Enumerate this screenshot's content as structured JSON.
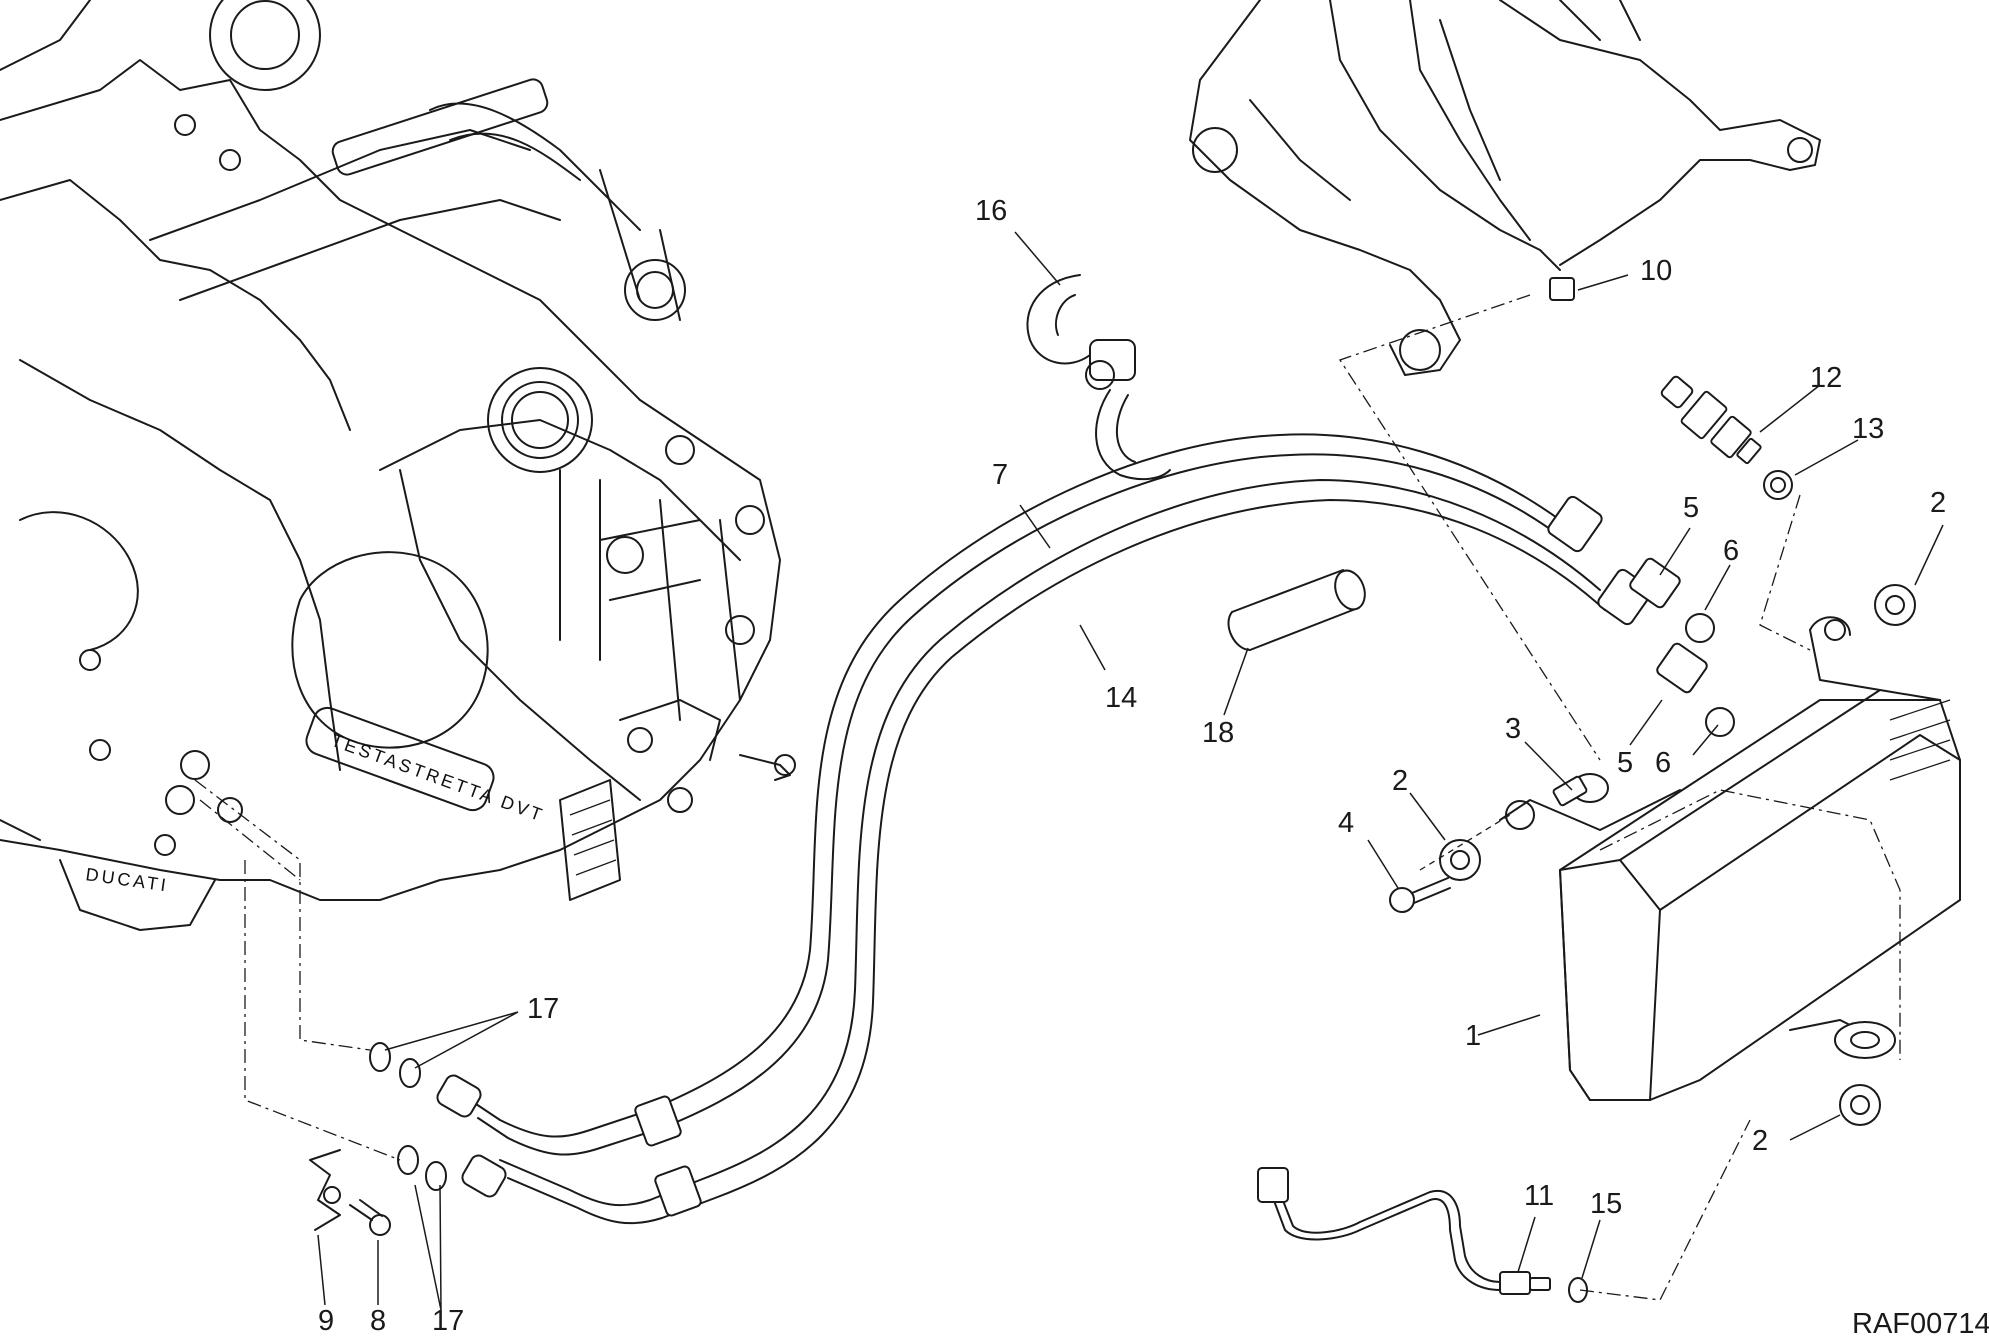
{
  "drawing_code": "RAF00714",
  "engine_labels": {
    "cover_text": "TESTASTRETTA DVT",
    "brand_text": "DUCATI"
  },
  "callouts": [
    {
      "id": "c1",
      "text": "1"
    },
    {
      "id": "c2a",
      "text": "2"
    },
    {
      "id": "c2b",
      "text": "2"
    },
    {
      "id": "c2c",
      "text": "2"
    },
    {
      "id": "c3",
      "text": "3"
    },
    {
      "id": "c4",
      "text": "4"
    },
    {
      "id": "c5a",
      "text": "5"
    },
    {
      "id": "c5b",
      "text": "5"
    },
    {
      "id": "c6a",
      "text": "6"
    },
    {
      "id": "c6b",
      "text": "6"
    },
    {
      "id": "c7",
      "text": "7"
    },
    {
      "id": "c8",
      "text": "8"
    },
    {
      "id": "c9",
      "text": "9"
    },
    {
      "id": "c10",
      "text": "10"
    },
    {
      "id": "c11",
      "text": "11"
    },
    {
      "id": "c12",
      "text": "12"
    },
    {
      "id": "c13",
      "text": "13"
    },
    {
      "id": "c14",
      "text": "14"
    },
    {
      "id": "c15",
      "text": "15"
    },
    {
      "id": "c16",
      "text": "16"
    },
    {
      "id": "c17a",
      "text": "17"
    },
    {
      "id": "c17b",
      "text": "17"
    },
    {
      "id": "c18",
      "text": "18"
    }
  ]
}
